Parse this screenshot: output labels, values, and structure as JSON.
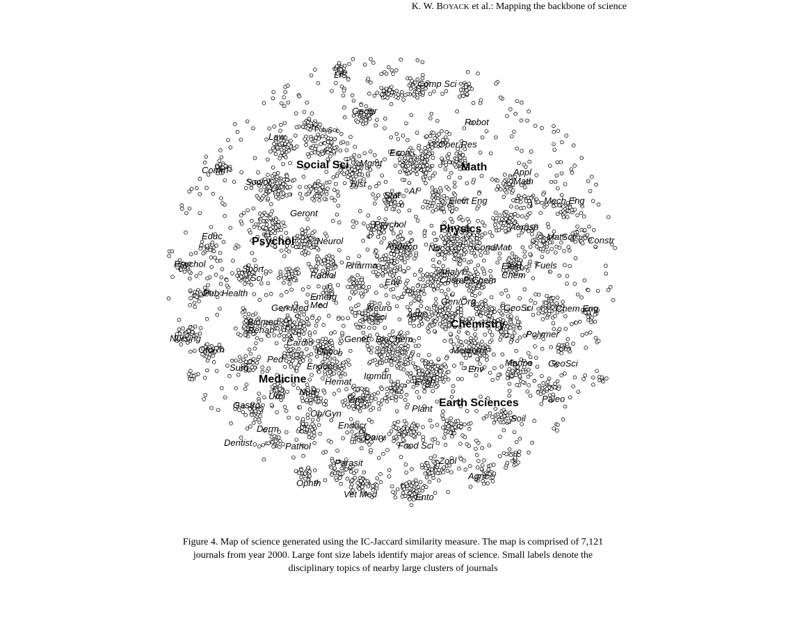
{
  "running_head": {
    "authors_initials": "K. W. B",
    "authors_smallcaps": "oyack",
    "authors_suffix": " et al.: Mapping the backbone of science"
  },
  "caption": {
    "line1": "Figure 4. Map of science generated using the IC-Jaccard similarity measure. The map is comprised of 7,121",
    "line2": "journals from year 2000. Large font size labels identify major areas of science. Small labels denote the",
    "line3": "disciplinary topics of nearby large clusters of journals"
  },
  "map": {
    "major_labels": [
      "Social Sci",
      "Math",
      "Psychol",
      "Physics",
      "Chemistry",
      "Medicine",
      "Earth Sciences"
    ],
    "minor_labels": [
      "LIS",
      "Comp Sci",
      "Geogr",
      "Robot",
      "PolySci",
      "Law",
      "Econ",
      "Oper Res",
      "Mgmt",
      "Comm",
      "Appl",
      "Math",
      "Sociol",
      "Hist",
      "AI",
      "Stat",
      "Elect Eng",
      "Mech Eng",
      "Geront",
      "Psychol",
      "Aerosp",
      "Educ",
      "Neurol",
      "MatSci",
      "Constr",
      "Anthrop",
      "Nuc",
      "CondMat",
      "Psychol",
      "Sport",
      "Sci",
      "Pharma",
      "Fuels",
      "Elect",
      "Chem",
      "Analyt",
      "ChemP Chem",
      "Radiol",
      "Env",
      "Pub Health",
      "Emerg",
      "Med",
      "Gen Med",
      "Neuro",
      "Sci",
      "Gen/Org",
      "GeoSci",
      "Chem Eng",
      "Astro",
      "Biomed",
      "Rehab",
      "Polymer",
      "Nursing",
      "OtoRh",
      "Cardio",
      "Genet",
      "BioChem",
      "Meteorol",
      "Oncol",
      "Ped",
      "Endocr",
      "Marine",
      "GeoSci",
      "Surg",
      "Env",
      "Immun",
      "Hemat",
      "Ecol",
      "Nutr",
      "Urol",
      "Virol",
      "Paleo",
      "Gastro",
      "Plant",
      "Ob/Gyn",
      "Soil",
      "Endocr",
      "Derm",
      "Dairy",
      "Dentist",
      "Pathol",
      "Food Sci",
      "Zool",
      "Parasit",
      "Agric",
      "Ophth",
      "Vet Med",
      "Ento"
    ]
  }
}
